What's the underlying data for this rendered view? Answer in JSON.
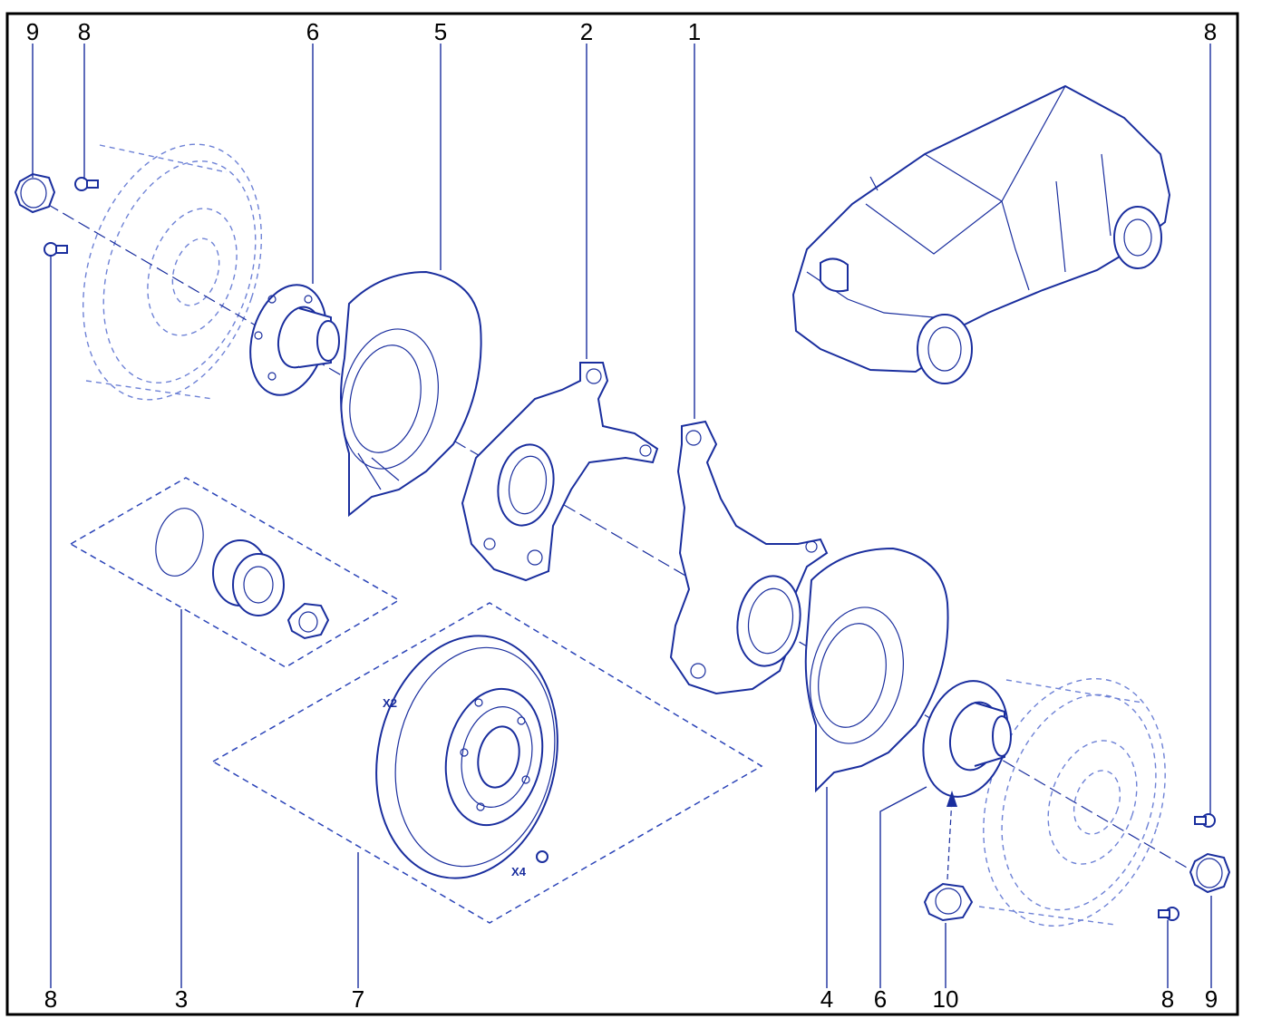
{
  "diagram": {
    "part_labels": {
      "top_9": "9",
      "top_8_left": "8",
      "top_6": "6",
      "top_5": "5",
      "top_2": "2",
      "top_1": "1",
      "top_8_right": "8",
      "bottom_8_left": "8",
      "bottom_3": "3",
      "bottom_7": "7",
      "bottom_4": "4",
      "bottom_6": "6",
      "bottom_10": "10",
      "bottom_8_right": "8",
      "bottom_9": "9"
    },
    "annotations": {
      "disc_qty": "X2",
      "screw_qty": "X4"
    },
    "colors": {
      "line": "#1a2e9e",
      "ghost": "#6e82d6",
      "border": "#000000",
      "background": "#ffffff"
    }
  }
}
